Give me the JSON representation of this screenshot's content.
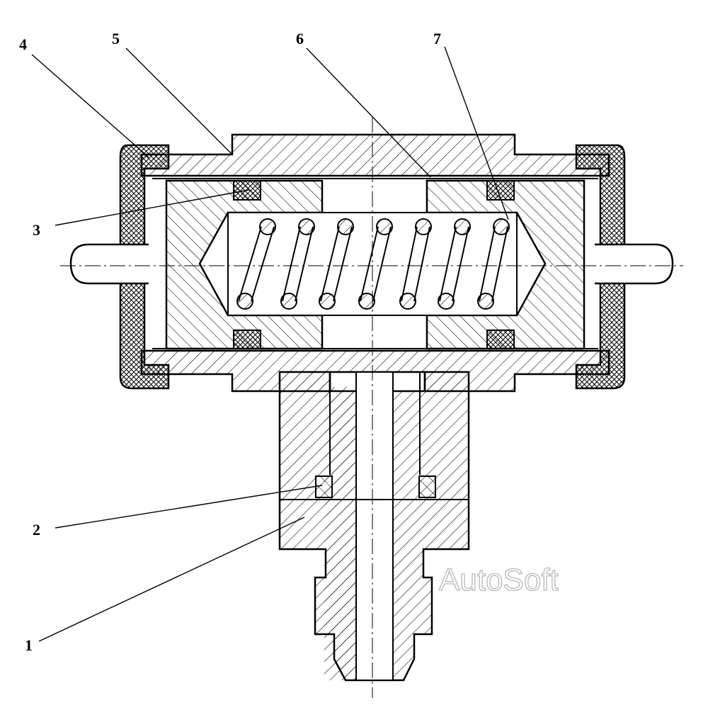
{
  "diagram": {
    "callouts": [
      {
        "id": "1",
        "label": "1"
      },
      {
        "id": "2",
        "label": "2"
      },
      {
        "id": "3",
        "label": "3"
      },
      {
        "id": "4",
        "label": "4"
      },
      {
        "id": "5",
        "label": "5"
      },
      {
        "id": "6",
        "label": "6"
      },
      {
        "id": "7",
        "label": "7"
      }
    ],
    "watermark": "AutoSoft",
    "colors": {
      "line": "#000000",
      "background": "#ffffff",
      "watermark_outline": "#b8b8b8"
    }
  }
}
